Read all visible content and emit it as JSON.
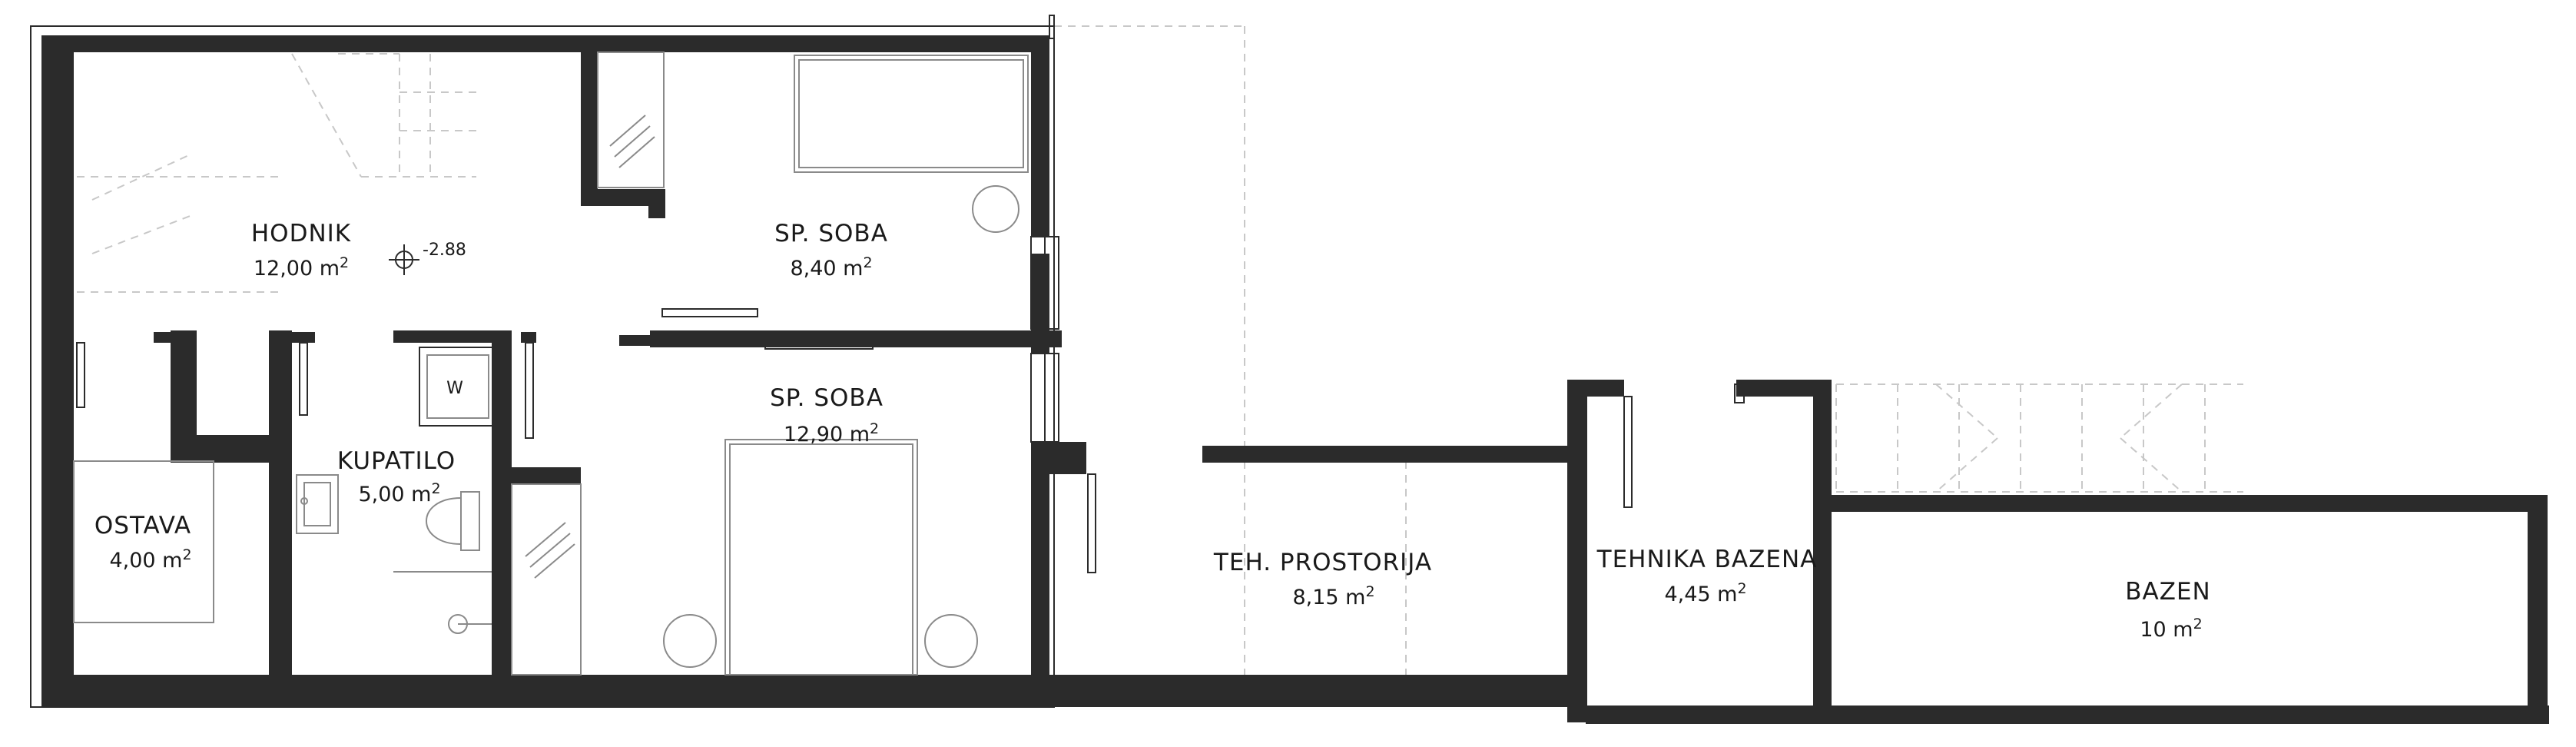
{
  "plan": {
    "rooms": [
      {
        "id": "hodnik",
        "name": "HODNIK",
        "area": "12,00 m",
        "unit_sup": "2"
      },
      {
        "id": "sp-soba-1",
        "name": "SP. SOBA",
        "area": "8,40 m",
        "unit_sup": "2"
      },
      {
        "id": "sp-soba-2",
        "name": "SP. SOBA",
        "area": "12,90 m",
        "unit_sup": "2"
      },
      {
        "id": "kupatilo",
        "name": "KUPATILO",
        "area": "5,00 m",
        "unit_sup": "2"
      },
      {
        "id": "ostava",
        "name": "OSTAVA",
        "area": "4,00 m",
        "unit_sup": "2"
      },
      {
        "id": "teh-prostorija",
        "name": "TEH. PROSTORIJA",
        "area": "8,15 m",
        "unit_sup": "2"
      },
      {
        "id": "tehnika-bazena",
        "name": "TEHNIKA BAZENA",
        "area": "4,45 m",
        "unit_sup": "2"
      },
      {
        "id": "bazen",
        "name": "BAZEN",
        "area": "10 m",
        "unit_sup": "2"
      }
    ],
    "level_mark": "-2.88",
    "wc_label": "W"
  }
}
